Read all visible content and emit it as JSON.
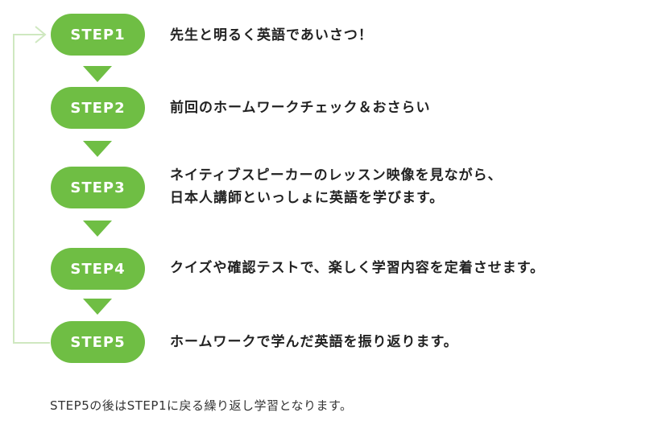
{
  "colors": {
    "step_green": "#6fbe44",
    "loop_line": "#cfe8c0",
    "text": "#222222"
  },
  "steps": [
    {
      "label": "STEP1",
      "text_lines": [
        "先生と明るく英語であいさつ！"
      ]
    },
    {
      "label": "STEP2",
      "text_lines": [
        "前回のホームワークチェック＆おさらい"
      ]
    },
    {
      "label": "STEP3",
      "text_lines": [
        "ネイティブスピーカーのレッスン映像を見ながら、",
        "日本人講師といっしょに英語を学びます。"
      ]
    },
    {
      "label": "STEP4",
      "text_lines": [
        "クイズや確認テストで、楽しく学習内容を定着させます。"
      ]
    },
    {
      "label": "STEP5",
      "text_lines": [
        "ホームワークで学んだ英語を振り返ります。"
      ]
    }
  ],
  "footer_note": "STEP5の後はSTEP1に戻る繰り返し学習となります。"
}
